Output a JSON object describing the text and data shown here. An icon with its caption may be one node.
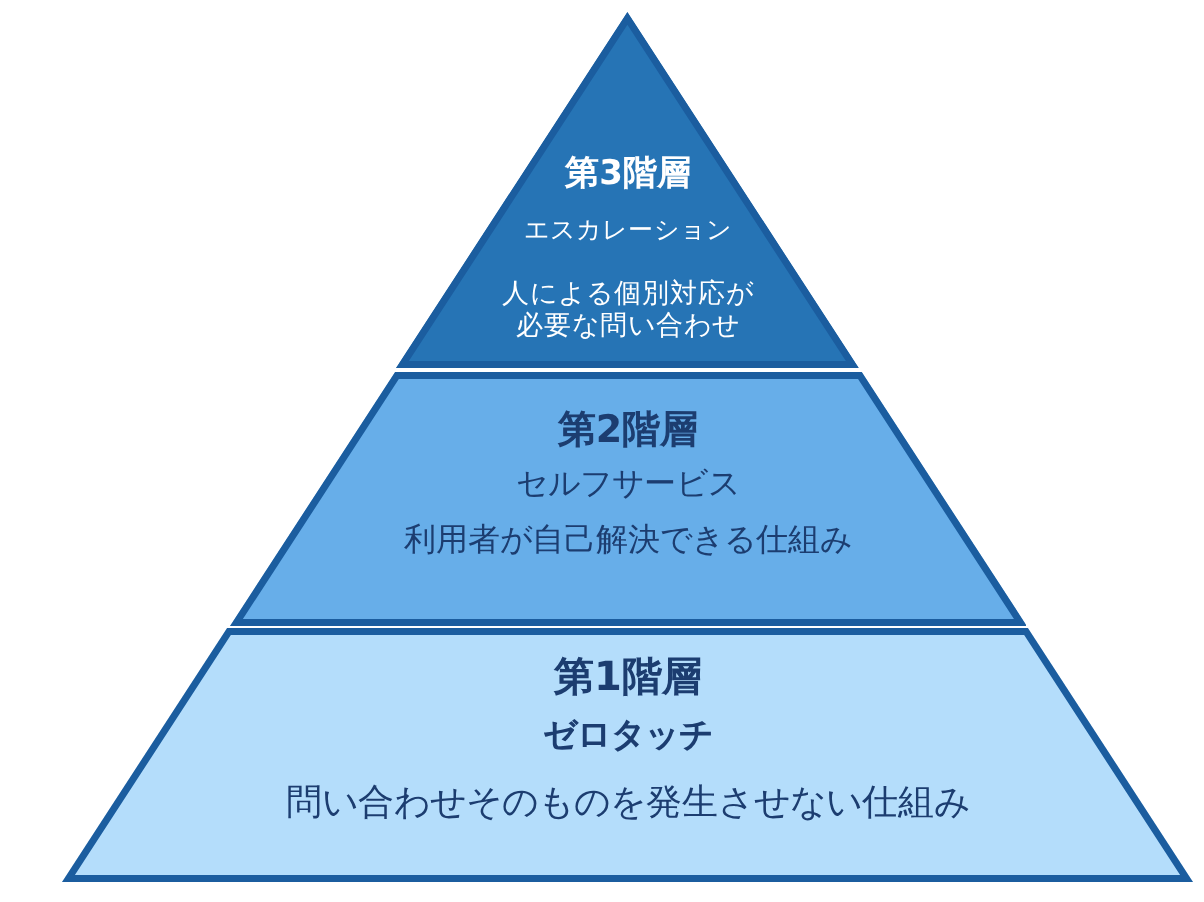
{
  "diagram": {
    "nodes": [
      {
        "text": [
          "第3階層",
          "エスカレーション",
          "人による個別対応が必要な問い合わせ"
        ]
      },
      {
        "text": [
          "第2階層",
          "セルフサービス",
          "利用者が自己解決できる仕組み"
        ]
      },
      {
        "text": [
          "第1階層",
          "ゼロタッチ",
          "問い合わせそのものを発生させない仕組み"
        ]
      }
    ]
  }
}
